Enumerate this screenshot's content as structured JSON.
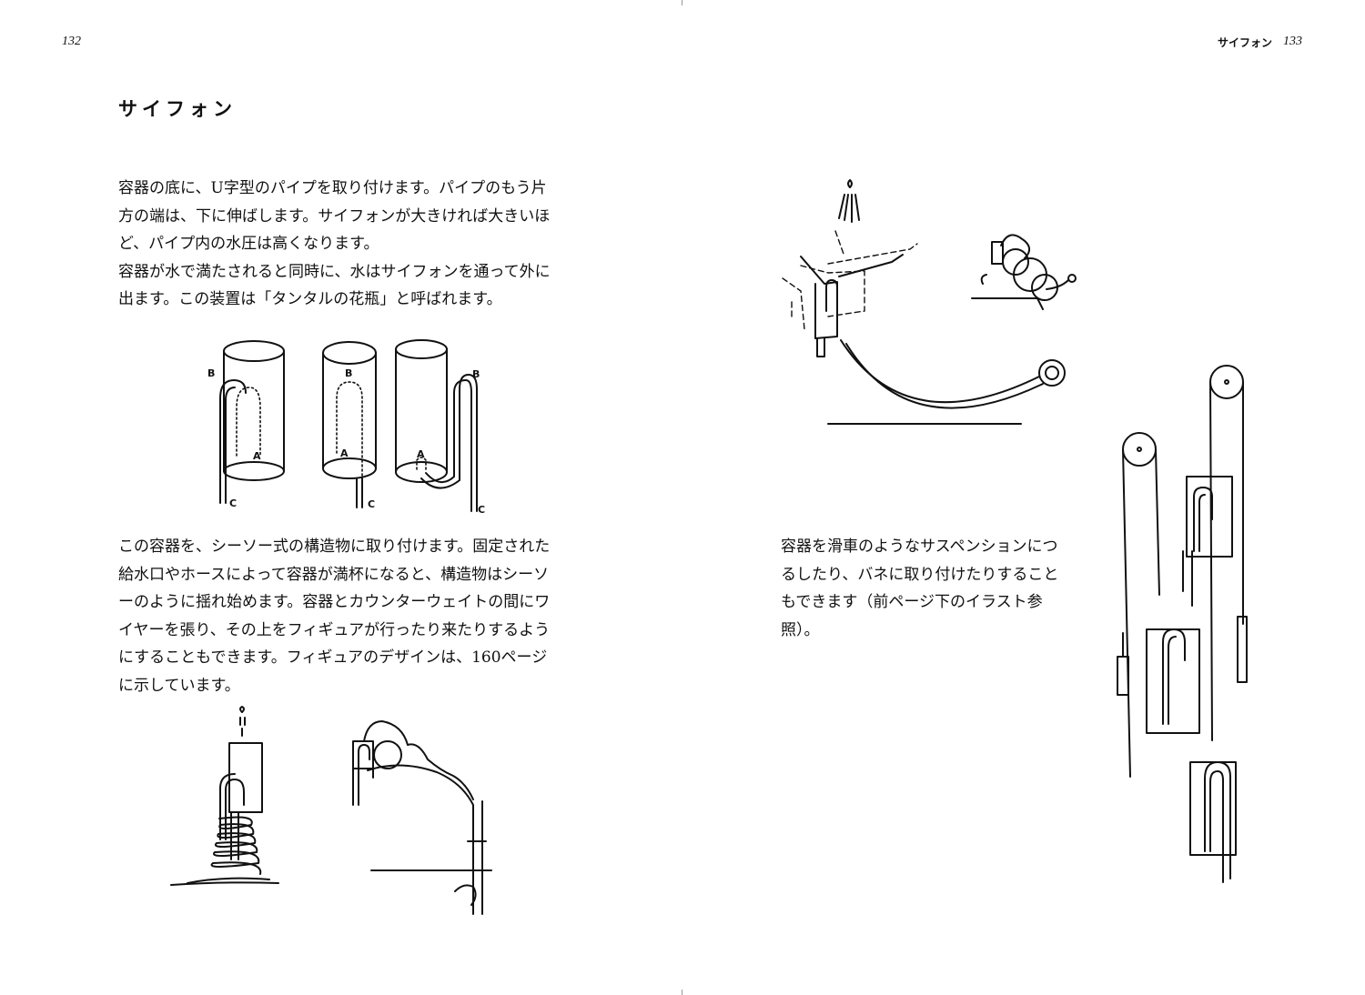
{
  "left_page": {
    "page_number": "132",
    "title": "サイフォン",
    "paragraph1": [
      "容器の底に、U字型のパイプを取り付けます。パイプのもう片",
      "方の端は、下に伸ばします。サイフォンが大きければ大きいほ",
      "ど、パイプ内の水圧は高くなります。",
      "容器が水で満たされると同時に、水はサイフォンを通って外に",
      "出ます。この装置は「タンタルの花瓶」と呼ばれます。"
    ],
    "paragraph2": [
      "この容器を、シーソー式の構造物に取り付けます。固定された",
      "給水口やホースによって容器が満杯になると、構造物はシーソ",
      "ーのように揺れ始めます。容器とカウンターウェイトの間にワ",
      "イヤーを張り、その上をフィギュアが行ったり来たりするよう",
      "にすることもできます。フィギュアのデザインは、160ページ",
      "に示しています。"
    ],
    "figure_labels": [
      "B",
      "A",
      "C"
    ]
  },
  "right_page": {
    "running_head": "サイフォン",
    "page_number": "133",
    "paragraph": [
      "容器を滑車のようなサスペンションにつ",
      "るしたり、バネに取り付けたりすること",
      "もできます（前ページ下のイラスト参",
      "照）。"
    ]
  }
}
